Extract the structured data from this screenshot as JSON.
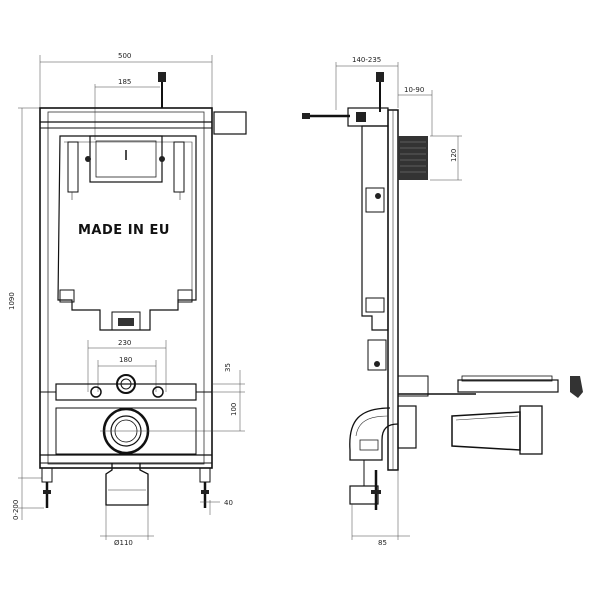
{
  "front_view": {
    "width_dim": "500",
    "top_dim": "185",
    "height_dim": "1090",
    "made_in": "MADE IN EU",
    "outlet_dim_1": "230",
    "outlet_dim_2": "180",
    "right_dim_35": "35",
    "right_dim_100": "100",
    "foot_dim": "0-200",
    "foot_right_dim": "40",
    "drain_dim": "Ø110"
  },
  "side_view": {
    "depth_dim": "140-235",
    "plate_dim": "10-90",
    "button_dim": "120",
    "bottom_dim": "85"
  }
}
